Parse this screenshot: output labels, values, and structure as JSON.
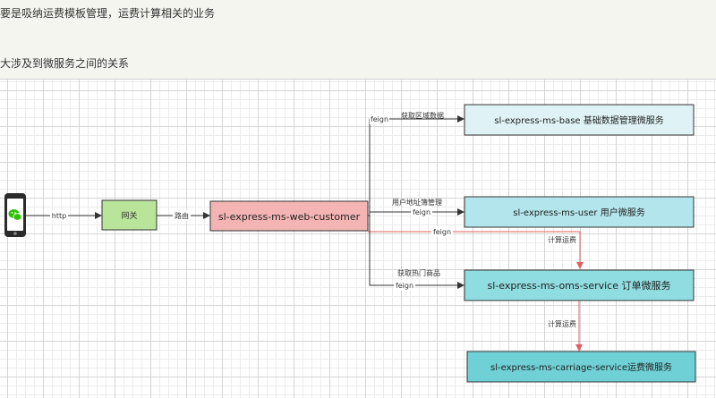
{
  "doc": {
    "line1": "要是吸纳运费模板管理，运费计算相关的业务",
    "line2": "大涉及到微服务之间的关系"
  },
  "nodes": {
    "gateway": "网关",
    "web_customer": "sl-express-ms-web-customer",
    "base": "sl-express-ms-base  基础数据管理微服务",
    "user": "sl-express-ms-user  用户微服务",
    "oms": "sl-express-ms-oms-service  订单微服务",
    "carriage": "sl-express-ms-carriage-service运费微服务"
  },
  "edges": {
    "http": "http",
    "route": "路由",
    "feign_base": "feign",
    "region_data": "获取区域数据",
    "address_mgmt": "用户地址簿管理",
    "feign_user": "feign",
    "feign_carriage": "feign",
    "calc_freight_1": "计算运费",
    "hot_goods": "获取热门商品",
    "feign_oms": "feign",
    "calc_freight_2": "计算运费"
  },
  "colors": {
    "gateway_fill": "#b9e59b",
    "web_fill": "#f4b4b4",
    "base_fill": "#dff3f6",
    "user_fill": "#b3e6ec",
    "oms_fill": "#8fdde0",
    "carriage_fill": "#6fd0d6",
    "red_line": "#e06060",
    "wechat_green": "#2dc100"
  },
  "icons": {
    "phone": "phone-icon",
    "wechat": "wechat-icon"
  }
}
